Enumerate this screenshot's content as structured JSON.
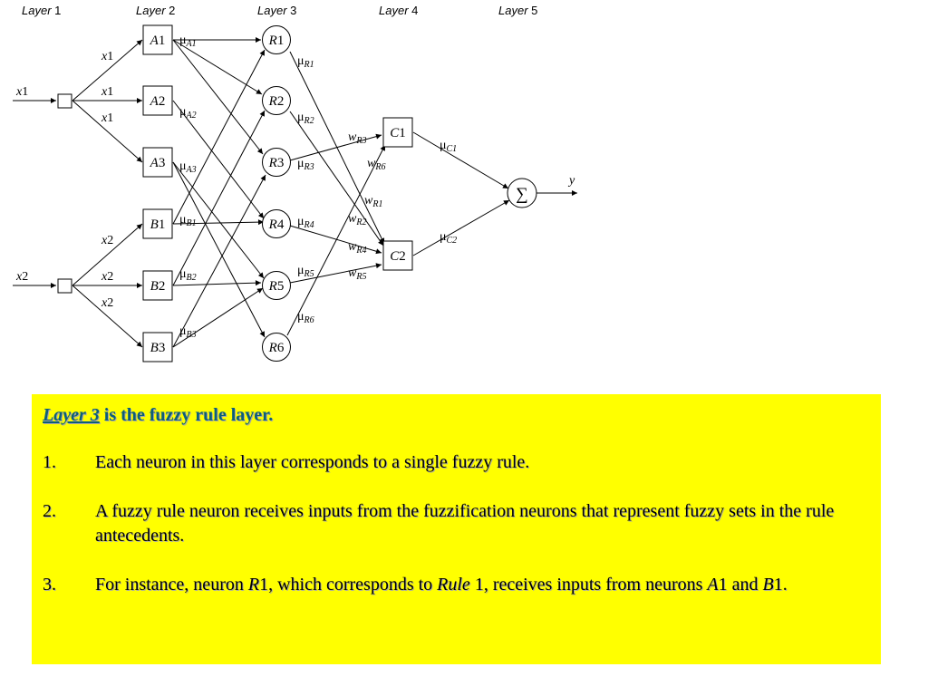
{
  "diagram": {
    "layers": [
      "Layer 1",
      "Layer 2",
      "Layer 3",
      "Layer 4",
      "Layer 5"
    ],
    "inputs": [
      "x1",
      "x2"
    ],
    "fuzzy_sets": [
      "A1",
      "A2",
      "A3",
      "B1",
      "B2",
      "B3"
    ],
    "rules": [
      "R1",
      "R2",
      "R3",
      "R4",
      "R5",
      "R6"
    ],
    "outputs": [
      "C1",
      "C2"
    ],
    "sum_symbol": "∑",
    "output_label": "y"
  },
  "text": {
    "heading_link": "Layer 3",
    "heading_rest": " is the fuzzy rule layer.",
    "items": [
      {
        "num": "1.",
        "text": "Each neuron in this layer corresponds to a single fuzzy rule."
      },
      {
        "num": "2.",
        "text": "A fuzzy rule neuron receives inputs from the fuzzification neurons that represent fuzzy sets in the rule antecedents."
      },
      {
        "num": "3.",
        "pre": "For instance, neuron ",
        "r": "R",
        "rn": "1, which corresponds to ",
        "rule": "Rule",
        "post": " 1, receives inputs from neurons ",
        "a": "A",
        "an": "1 and ",
        "b": "B",
        "bn": "1."
      }
    ]
  },
  "colors": {
    "box_bg": "#ffff00",
    "heading": "#0d5e78"
  }
}
